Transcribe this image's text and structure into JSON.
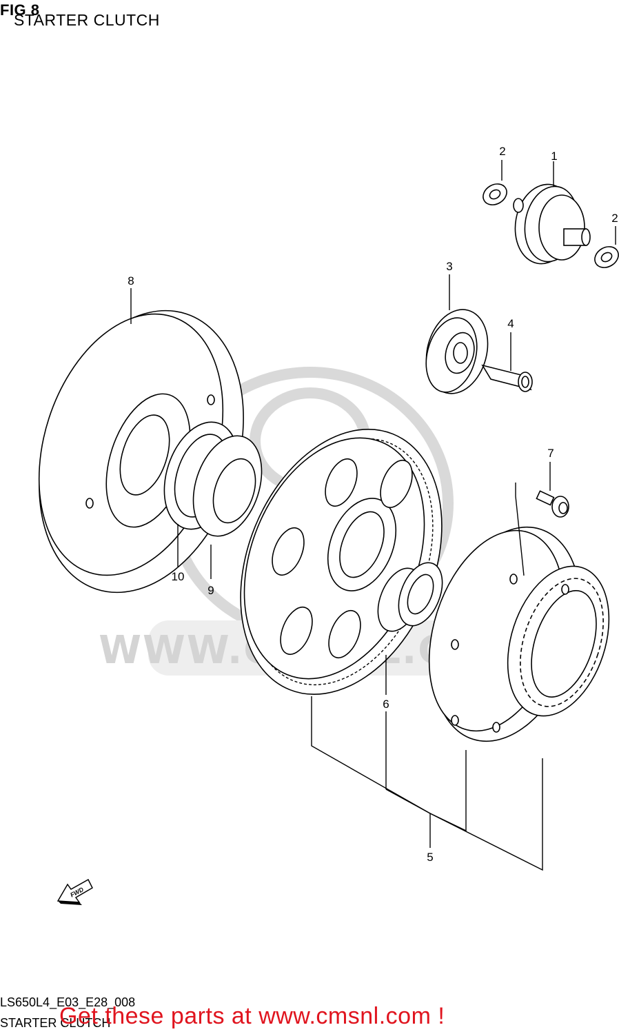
{
  "header": {
    "fig_label": "FIG 8",
    "title": "STARTER CLUTCH"
  },
  "watermark": {
    "text": "WWW.CMSNL.COM"
  },
  "callouts": [
    {
      "id": "1",
      "label": "1"
    },
    {
      "id": "2a",
      "label": "2"
    },
    {
      "id": "2b",
      "label": "2"
    },
    {
      "id": "3",
      "label": "3"
    },
    {
      "id": "4",
      "label": "4"
    },
    {
      "id": "5",
      "label": "5"
    },
    {
      "id": "6",
      "label": "6"
    },
    {
      "id": "7",
      "label": "7"
    },
    {
      "id": "8",
      "label": "8"
    },
    {
      "id": "9",
      "label": "9"
    },
    {
      "id": "10",
      "label": "10"
    }
  ],
  "direction_arrow": {
    "label": "FWD"
  },
  "footer": {
    "drawing_code": "LS650L4_E03_E28_008",
    "title": "STARTER CLUTCH",
    "promo": "Get these parts at www.cmsnl.com !"
  },
  "colors": {
    "ink": "#000000",
    "promo": "#e0141e",
    "watermark": "#d9d9d9"
  }
}
